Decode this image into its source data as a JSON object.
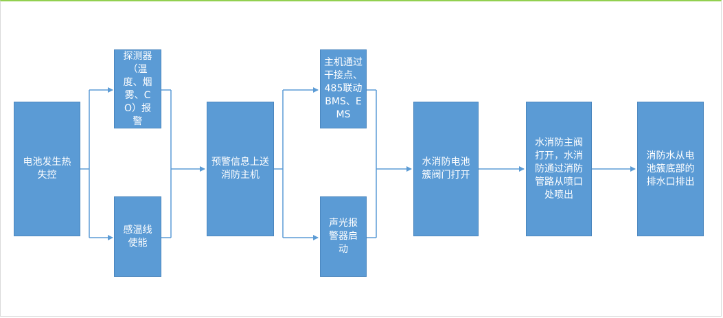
{
  "nodes": {
    "battery_fire": "电池发生热失控",
    "detector_alarm": "探测器（温度、烟雾、CO）报警",
    "heat_cable": "感温线使能",
    "warning_upload": "预警信息上送消防主机",
    "host_link": "主机通过干接点、485联动BMS、EMS",
    "sound_light": "声光报警器启动",
    "valve_open": "水消防电池簇阀门打开",
    "main_valve": "水消防主阀打开，水消防通过消防管路从喷口处喷出",
    "drain": "消防水从电池簇底部的排水口排出"
  },
  "colors": {
    "box_fill": "#5b9bd5",
    "box_border": "#4a86be",
    "arrow": "#5b9bd5",
    "text": "#ffffff",
    "top_border": "#92d050"
  }
}
